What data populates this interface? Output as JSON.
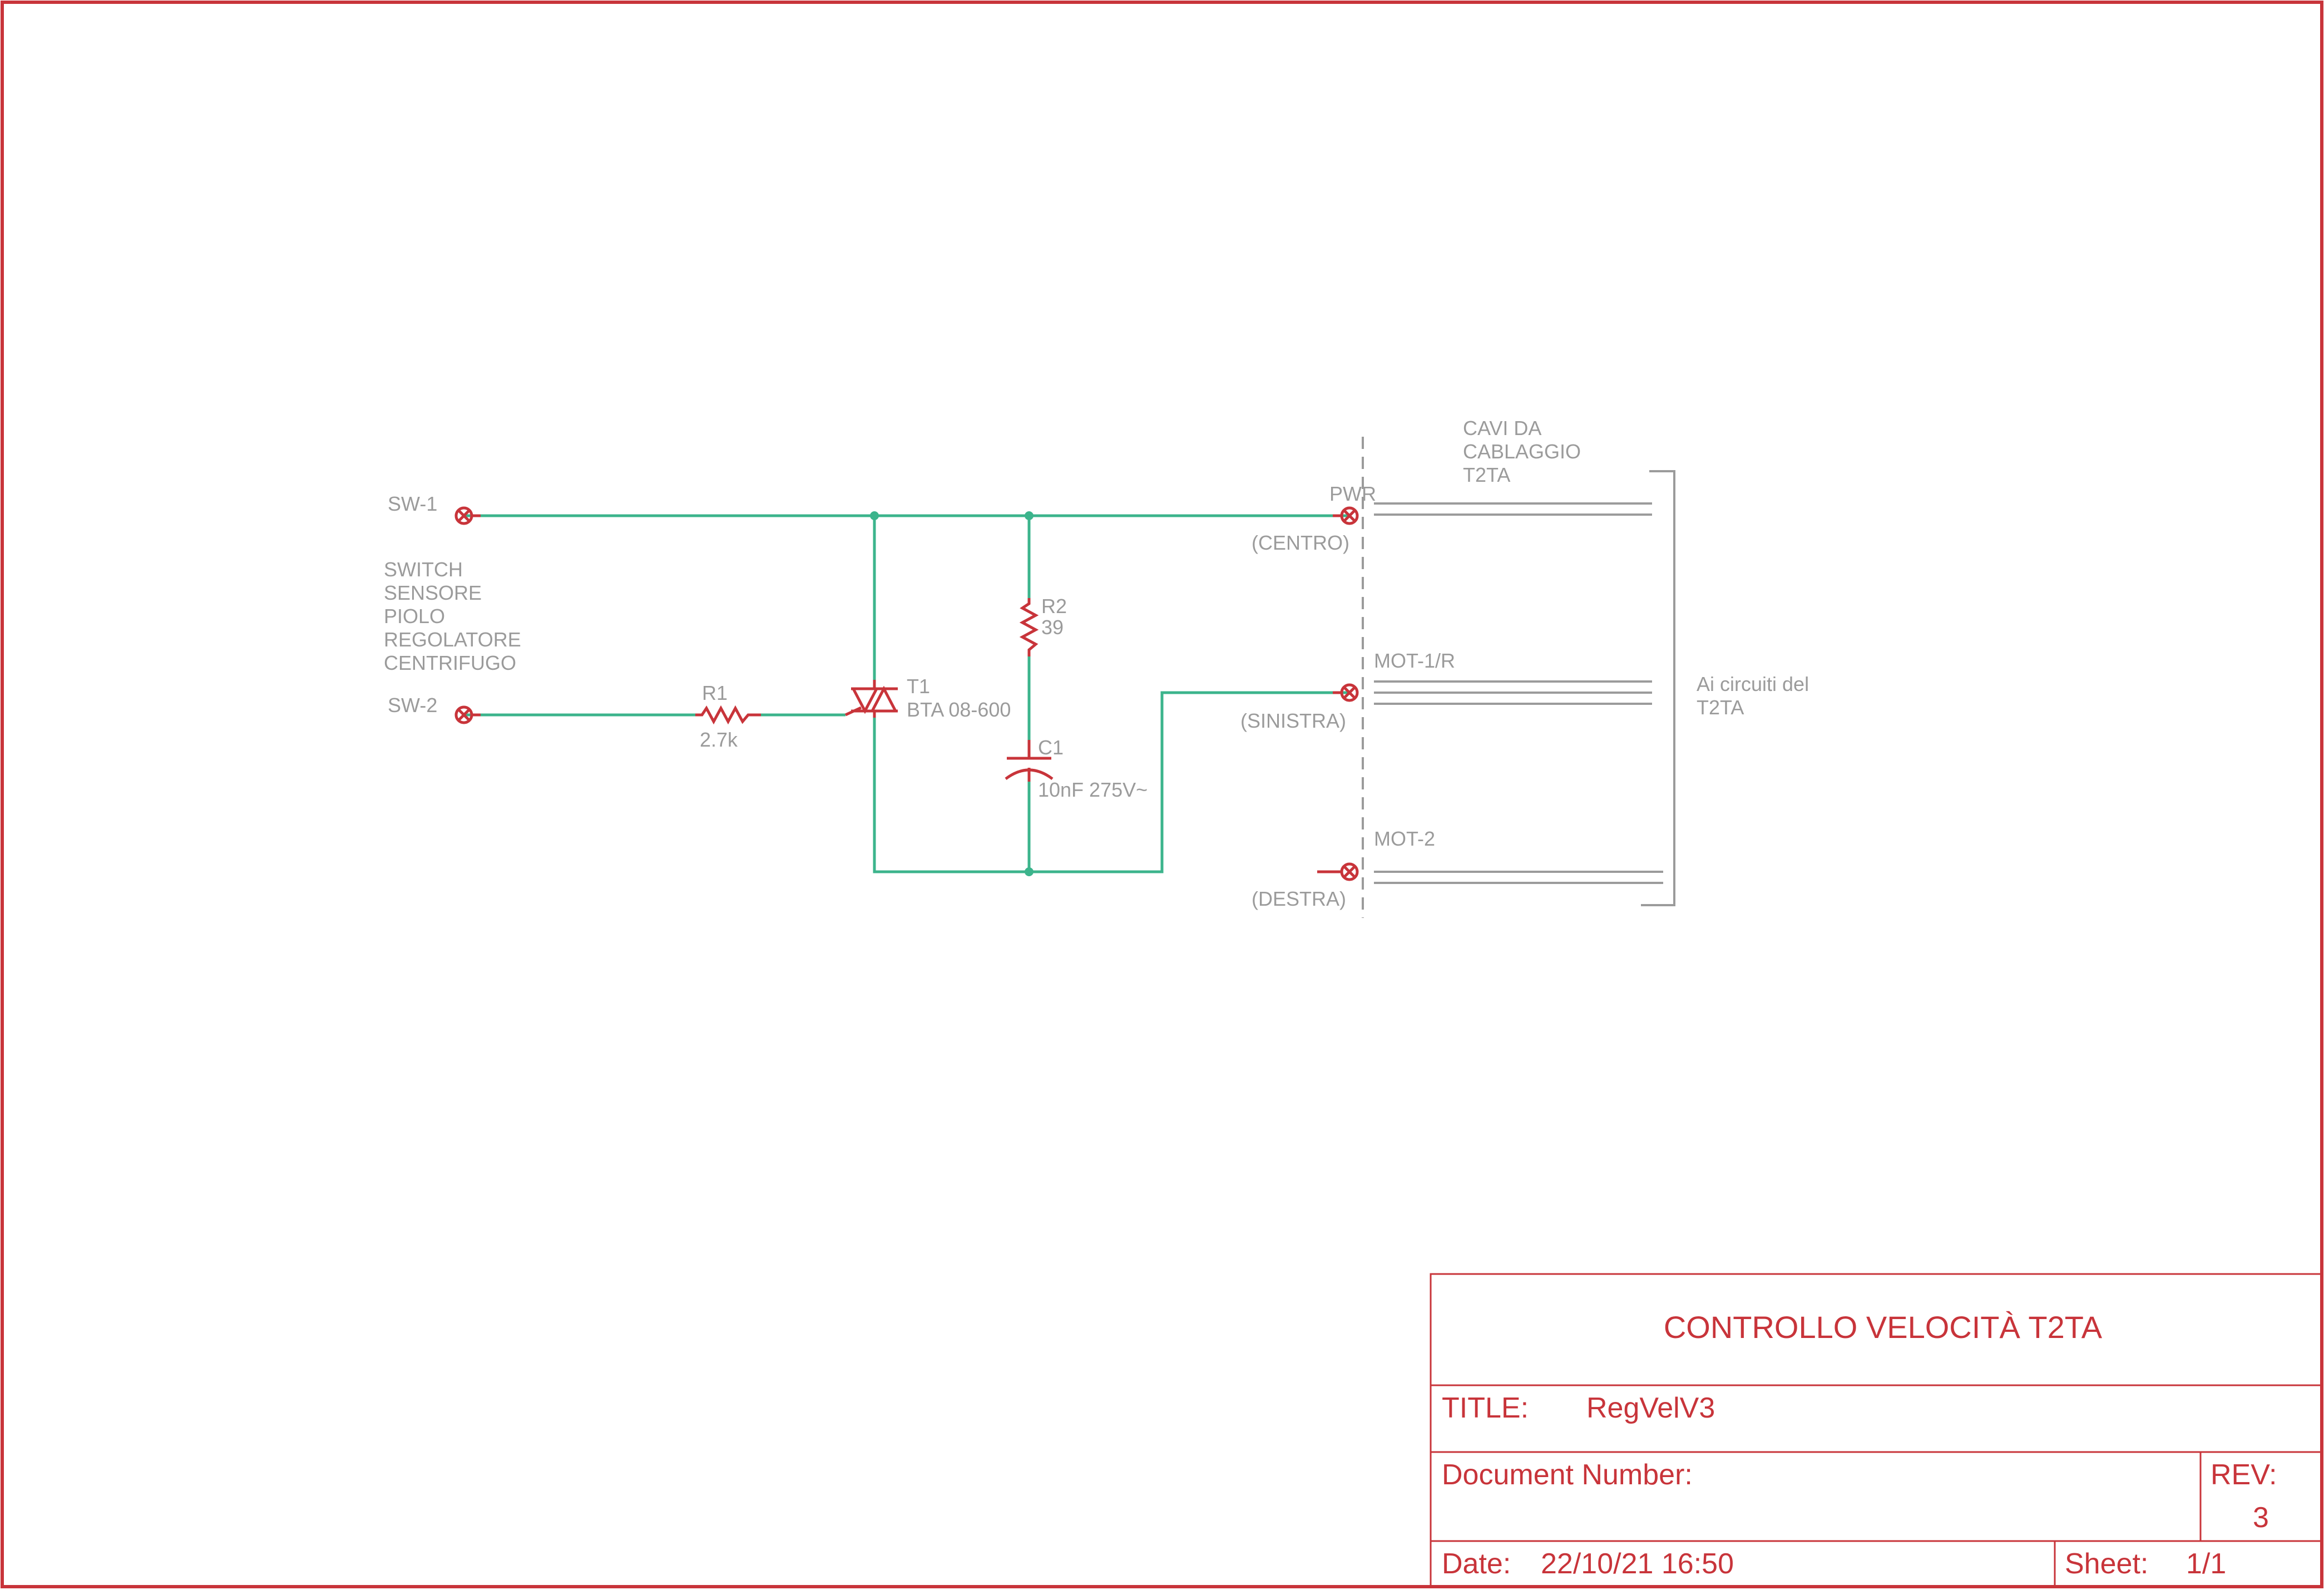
{
  "colors": {
    "frame": "#c8343a",
    "wire": "#3cb48c",
    "label": "#9b9b9b"
  },
  "connectors": {
    "sw1": "SW-1",
    "sw2": "SW-2",
    "pwr": "PWR",
    "pwr_pos": "(CENTRO)",
    "mot1": "MOT-1/R",
    "mot1_pos": "(SINISTRA)",
    "mot2": "MOT-2",
    "mot2_pos": "(DESTRA)"
  },
  "switch_note": [
    "SWITCH",
    "SENSORE",
    "PIOLO",
    "REGOLATORE",
    "CENTRIFUGO"
  ],
  "cable_note": [
    "CAVI DA",
    "CABLAGGIO",
    "T2TA"
  ],
  "circuit_note": [
    "Ai circuiti del",
    "T2TA"
  ],
  "components": {
    "r1": {
      "name": "R1",
      "value": "2.7k"
    },
    "r2": {
      "name": "R2",
      "value": "39"
    },
    "c1": {
      "name": "C1",
      "value": "10nF 275V~"
    },
    "t1": {
      "name": "T1",
      "value": "BTA 08-600"
    }
  },
  "title_block": {
    "heading": "CONTROLLO VELOCITÀ T2TA",
    "title_label": "TITLE:",
    "title_value": "RegVelV3",
    "docnum_label": "Document Number:",
    "rev_label": "REV:",
    "rev_value": "3",
    "date_label": "Date:",
    "date_value": "22/10/21 16:50",
    "sheet_label": "Sheet:",
    "sheet_value": "1/1"
  }
}
